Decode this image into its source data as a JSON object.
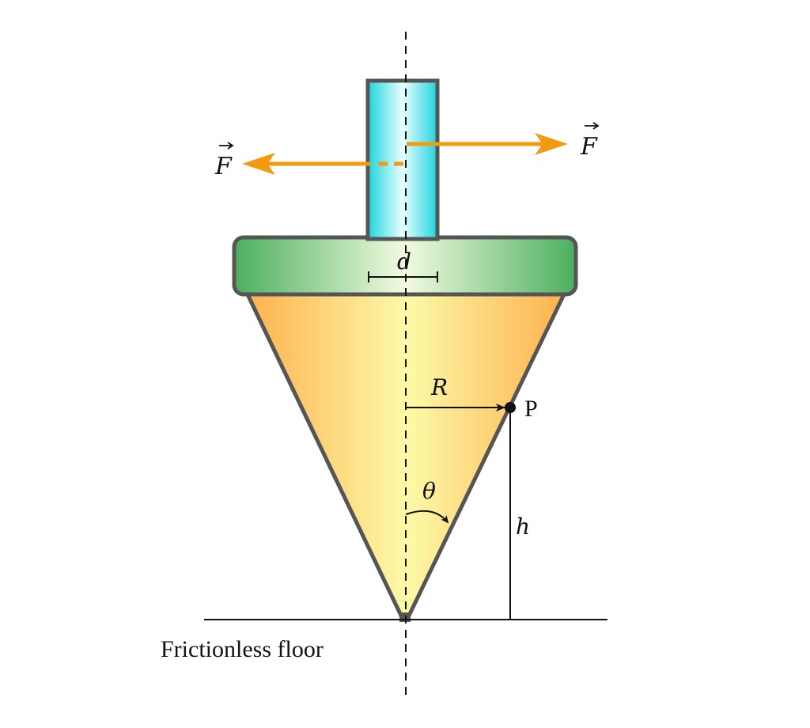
{
  "labels": {
    "force_left": "F",
    "force_right": "F",
    "diameter": "d",
    "radius": "R",
    "point": "P",
    "angle": "θ",
    "height": "h",
    "floor": "Frictionless floor"
  },
  "colors": {
    "force_arrow": "#f29a10",
    "outline": "#555555",
    "handle_light": "#e8ffff",
    "handle_dark": "#1fd3dd",
    "disc_edge": "#4caf5e",
    "disc_center": "#f2fbe0",
    "cone_edge": "#fdb14e",
    "cone_center": "#fdfaa8"
  },
  "icons": {
    "vector_marker": "right-arrow-accent"
  }
}
